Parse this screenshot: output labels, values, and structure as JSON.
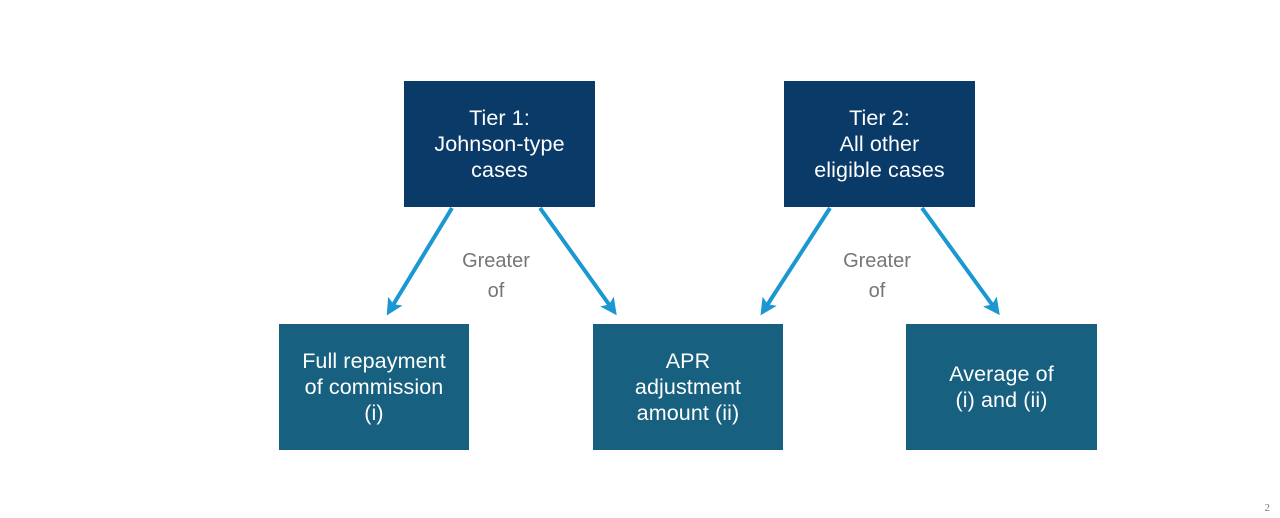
{
  "slide": {
    "page_number": "2",
    "background_color": "#ffffff"
  },
  "colors": {
    "tier_box": "#0a3a68",
    "outcome_box": "#17607f",
    "arrow": "#1b97d1",
    "label_text": "#767676",
    "box_text": "#ffffff"
  },
  "diagram": {
    "type": "flow-diagram",
    "tiers": [
      {
        "id": "tier1",
        "label": "Tier 1:\nJohnson-type\ncases"
      },
      {
        "id": "tier2",
        "label": "Tier 2:\nAll other\neligible cases"
      }
    ],
    "outcomes": [
      {
        "id": "full-repayment",
        "label": "Full repayment\nof commission\n(i)"
      },
      {
        "id": "apr-adjustment",
        "label": "APR\nadjustment\namount (ii)"
      },
      {
        "id": "average",
        "label": "Average of\n(i) and (ii)"
      }
    ],
    "connector_labels": [
      {
        "id": "greater-of-1",
        "text": "Greater\nof"
      },
      {
        "id": "greater-of-2",
        "text": "Greater\nof"
      }
    ],
    "arrows": [
      {
        "id": "tier1-to-full-repayment",
        "from": "tier1",
        "to": "full-repayment"
      },
      {
        "id": "tier1-to-apr-adjustment",
        "from": "tier1",
        "to": "apr-adjustment"
      },
      {
        "id": "tier2-to-apr-adjustment",
        "from": "tier2",
        "to": "apr-adjustment"
      },
      {
        "id": "tier2-to-average",
        "from": "tier2",
        "to": "average"
      }
    ]
  }
}
